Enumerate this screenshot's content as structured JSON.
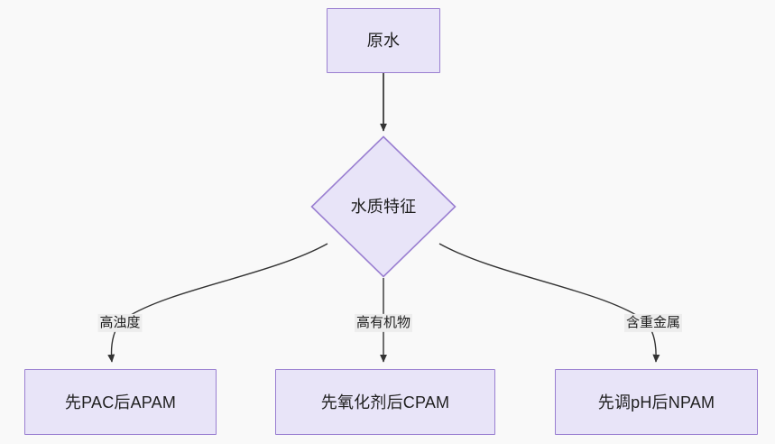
{
  "diagram": {
    "type": "flowchart",
    "direction": "top-down",
    "background_color": "#f9f9f9",
    "node_fill_color": "#e8e4f8",
    "node_border_color": "#9a7fd1",
    "edge_color": "#333333",
    "edge_label_background": "#ededed",
    "nodes": [
      {
        "id": "raw-water",
        "label": "原水",
        "shape": "rectangle"
      },
      {
        "id": "water-quality",
        "label": "水质特征",
        "shape": "diamond"
      },
      {
        "id": "high-turbidity-result",
        "label": "先PAC后APAM",
        "shape": "rectangle"
      },
      {
        "id": "high-organic-result",
        "label": "先氧化剂后CPAM",
        "shape": "rectangle"
      },
      {
        "id": "heavy-metal-result",
        "label": "先调pH后NPAM",
        "shape": "rectangle"
      }
    ],
    "edges": [
      {
        "from": "raw-water",
        "to": "water-quality",
        "label": ""
      },
      {
        "from": "water-quality",
        "to": "high-turbidity-result",
        "label": "高浊度"
      },
      {
        "from": "water-quality",
        "to": "high-organic-result",
        "label": "高有机物"
      },
      {
        "from": "water-quality",
        "to": "heavy-metal-result",
        "label": "含重金属"
      }
    ]
  }
}
